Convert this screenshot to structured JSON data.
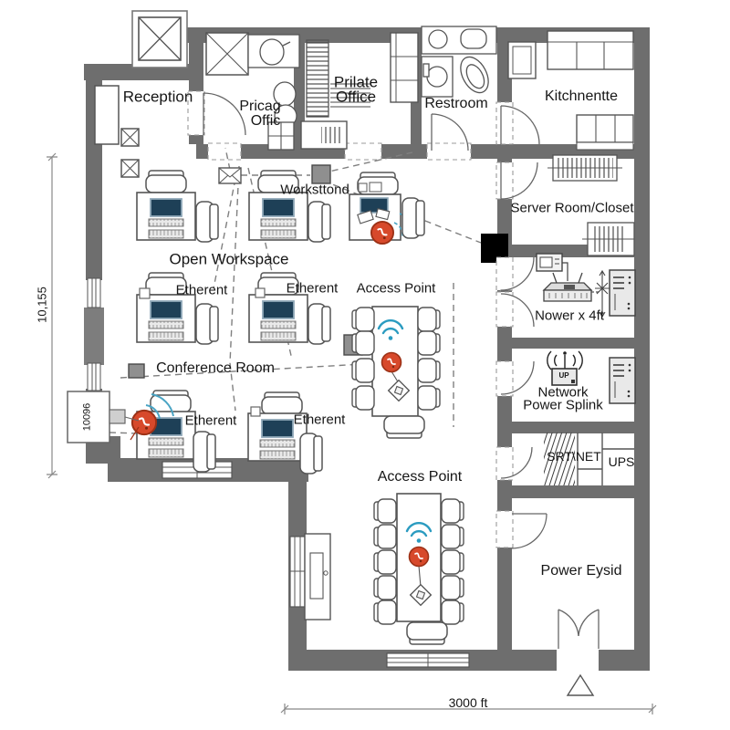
{
  "plan": {
    "rooms": {
      "reception": "Reception",
      "small_office_line1": "Pricag",
      "small_office_line2": "Offic",
      "private_office_line1": "Prilate",
      "private_office_line2": "Office",
      "restroom": "Restroom",
      "kitchenette": "Kitchnentte",
      "server_room": "Server Room/Closet",
      "open_workspace": "Open Workspace",
      "conference_room": "Conference Room",
      "power_room": "Power Eysid"
    },
    "annotations": {
      "workstation": "Worksttond",
      "ethernet": [
        "Etherent",
        "Etherent",
        "Etherent",
        "Etherent"
      ],
      "access_point_upper": "Access Point",
      "access_point_lower": "Access Point",
      "router": "Nower x 4ft",
      "network_power_line1": "Network",
      "network_power_line2": "Power Splink",
      "server_cabinet": "SRT\\NET",
      "ups": "UPS",
      "up_device": "UP"
    },
    "dimensions": {
      "bottom_width": "3000 ft",
      "left_height": "10,155",
      "left_box": "10096"
    },
    "colors": {
      "wall": "#6e6e6e",
      "access_point": "#d7492b",
      "wifi": "#2a9bc0",
      "screen": "#1e4057"
    }
  }
}
